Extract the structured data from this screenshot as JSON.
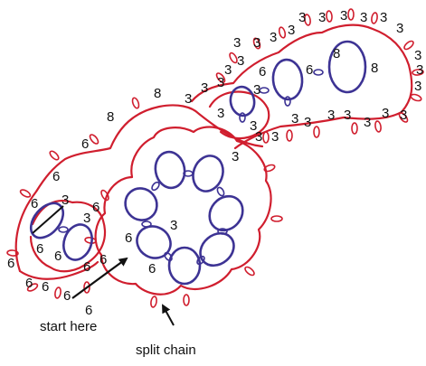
{
  "colors": {
    "chain": "#d01e2e",
    "ring": "#3d3394",
    "picot": "#d01e2e",
    "text": "#111111",
    "arrow": "#111111"
  },
  "counts": {
    "c6": "6",
    "c8": "8",
    "c3": "3"
  },
  "labels": {
    "start_here": "start here",
    "split_chain": "split chain"
  }
}
